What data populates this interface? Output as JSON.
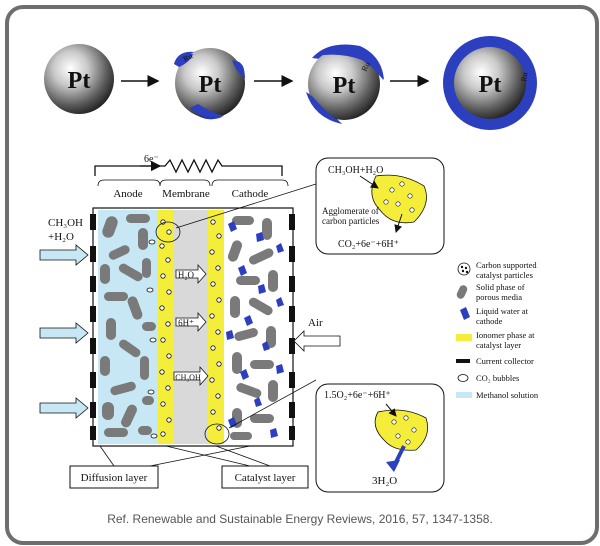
{
  "pt_sequence": {
    "pt_label": "Pt",
    "ru_label": "Ru",
    "colors": {
      "pt_light": "#f2f2f2",
      "pt_dark": "#2a2a2a",
      "ru": "#2b3fbf"
    }
  },
  "cell": {
    "electron_label": "6e⁻",
    "headers": {
      "anode": "Anode",
      "membrane": "Membrane",
      "cathode": "Cathode"
    },
    "inlet_label_line1": "CH₃OH",
    "inlet_label_line2": "+H₂O",
    "air_label": "Air",
    "membrane_tags": [
      "H₂O",
      "6H⁺",
      "CH₃OH"
    ]
  },
  "anode_callout": {
    "top": "CH₃OH+H₂O",
    "agglomerate": "Agglomerate of",
    "agglomerate2": "carbon particles",
    "products": "CO₂+6e⁻+6H⁺"
  },
  "cathode_callout": {
    "top": "1.5O₂+6e⁻+6H⁺",
    "product": "3H₂O"
  },
  "bottom_labels": {
    "diffusion": "Diffusion layer",
    "catalyst": "Catalyst layer"
  },
  "legend": [
    {
      "icon": "carbon-particle-icon",
      "line1": "Carbon supported",
      "line2": "catalyst particles"
    },
    {
      "icon": "solid-phase-icon",
      "line1": "Solid phase of",
      "line2": "porous media"
    },
    {
      "icon": "liquid-water-icon",
      "line1": "Liquid water at",
      "line2": "cathode"
    },
    {
      "icon": "ionomer-icon",
      "line1": "Ionomer phase at",
      "line2": "catalyst layer"
    },
    {
      "icon": "current-collector-icon",
      "line1": "Current collector",
      "line2": ""
    },
    {
      "icon": "co2-bubble-icon",
      "line1": "CO₂ bubbles",
      "line2": ""
    },
    {
      "icon": "methanol-solution-icon",
      "line1": "Methanol solution",
      "line2": ""
    }
  ],
  "reference": "Ref. Renewable and Sustainable Energy Reviews, 2016, 57, 1347-1358."
}
